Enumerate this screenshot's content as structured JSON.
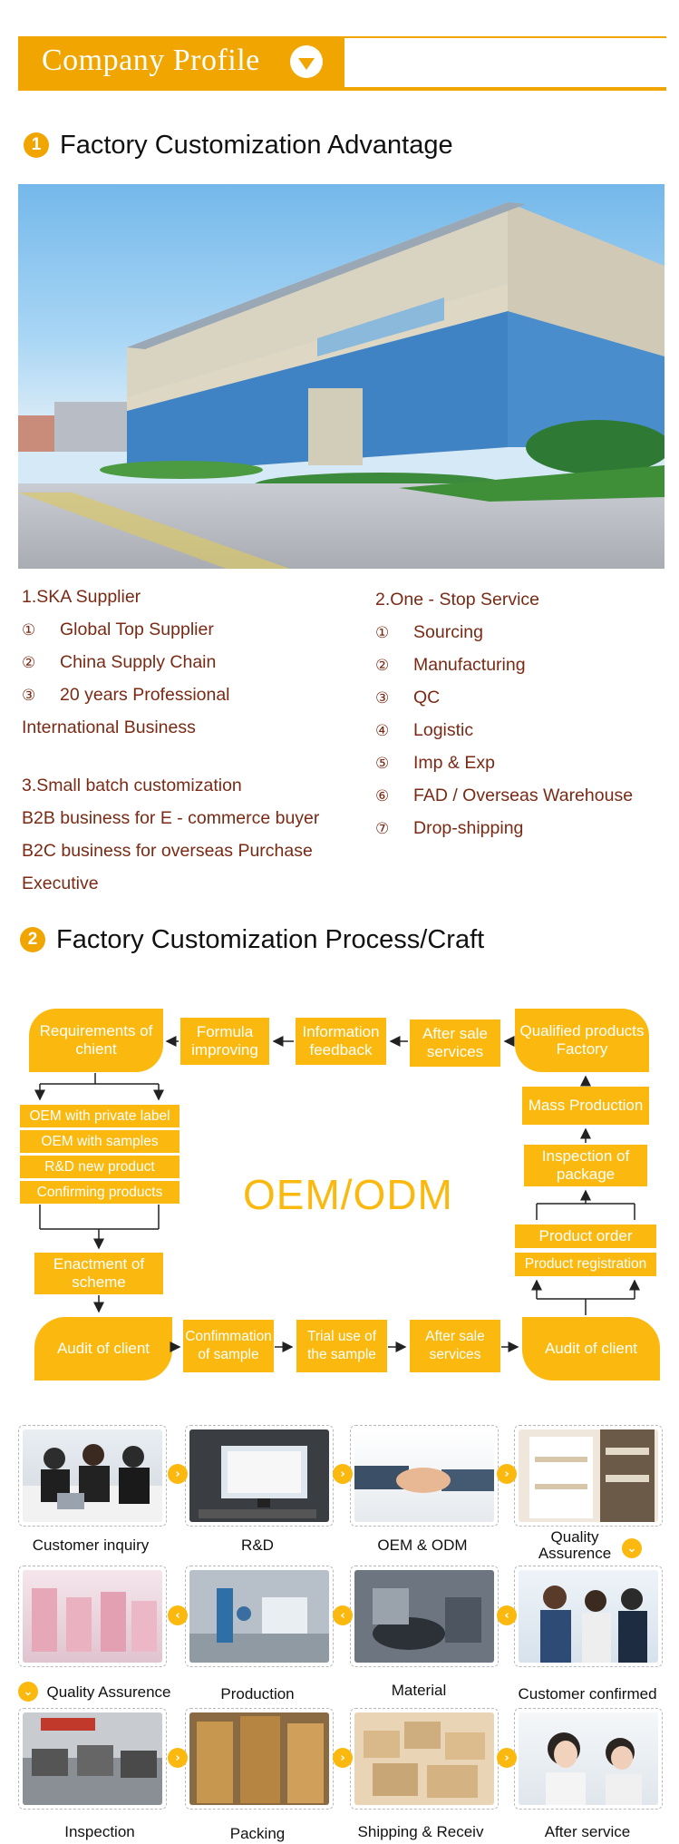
{
  "header": {
    "title": "Company Profile"
  },
  "section1": {
    "number": "1",
    "title": "Factory Customization Advantage"
  },
  "section2": {
    "number": "2",
    "title": "Factory Customization Process/Craft"
  },
  "advantages": {
    "col1_title": "1.SKA Supplier",
    "col1_items": [
      {
        "n": "①",
        "text": "Global Top Supplier"
      },
      {
        "n": "②",
        "text": "China Supply Chain"
      },
      {
        "n": "③",
        "text": "20 years Professional"
      }
    ],
    "col1_extra": "International Business",
    "col2_title": "2.One - Stop Service",
    "col2_items": [
      {
        "n": "①",
        "text": "Sourcing"
      },
      {
        "n": "②",
        "text": "Manufacturing"
      },
      {
        "n": "③",
        "text": "QC"
      },
      {
        "n": "④",
        "text": "Logistic"
      },
      {
        "n": "⑤",
        "text": "Imp & Exp"
      },
      {
        "n": "⑥",
        "text": "FAD / Overseas Warehouse"
      },
      {
        "n": "⑦",
        "text": "Drop-shipping"
      }
    ],
    "col3_title": "3.Small batch customization",
    "col3_lines": [
      "B2B business for E - commerce buyer",
      "B2C business for overseas Purchase",
      "Executive"
    ]
  },
  "flow": {
    "center": "OEM/ODM",
    "top_row": [
      "Requirements of chient",
      "Formula improving",
      "Information feedback",
      "After sale services",
      "Qualified products Factory"
    ],
    "left_list": [
      "OEM with private label",
      "OEM with samples",
      "R&D new product",
      "Confirming products"
    ],
    "enactment": "Enactment of scheme",
    "bottom_row": [
      "Audit of client",
      "Confimmation of sample",
      "Trial use of the sample",
      "After sale services",
      "Audit of client"
    ],
    "right_col": [
      "Mass Production",
      "Inspection of package",
      "Product order",
      "Product registration"
    ]
  },
  "process": {
    "row1": [
      "Customer inquiry",
      "R&D",
      "OEM & ODM",
      "Quality Assurence"
    ],
    "row2": [
      "Quality Assurence",
      "Production",
      "Material",
      "Customer confirmed"
    ],
    "row3": [
      "Inspection",
      "Packing",
      "Shipping & Receiv",
      "After service"
    ]
  },
  "colors": {
    "accent": "#f0a500",
    "flow": "#fbb90f",
    "text_brown": "#7a2a14"
  }
}
